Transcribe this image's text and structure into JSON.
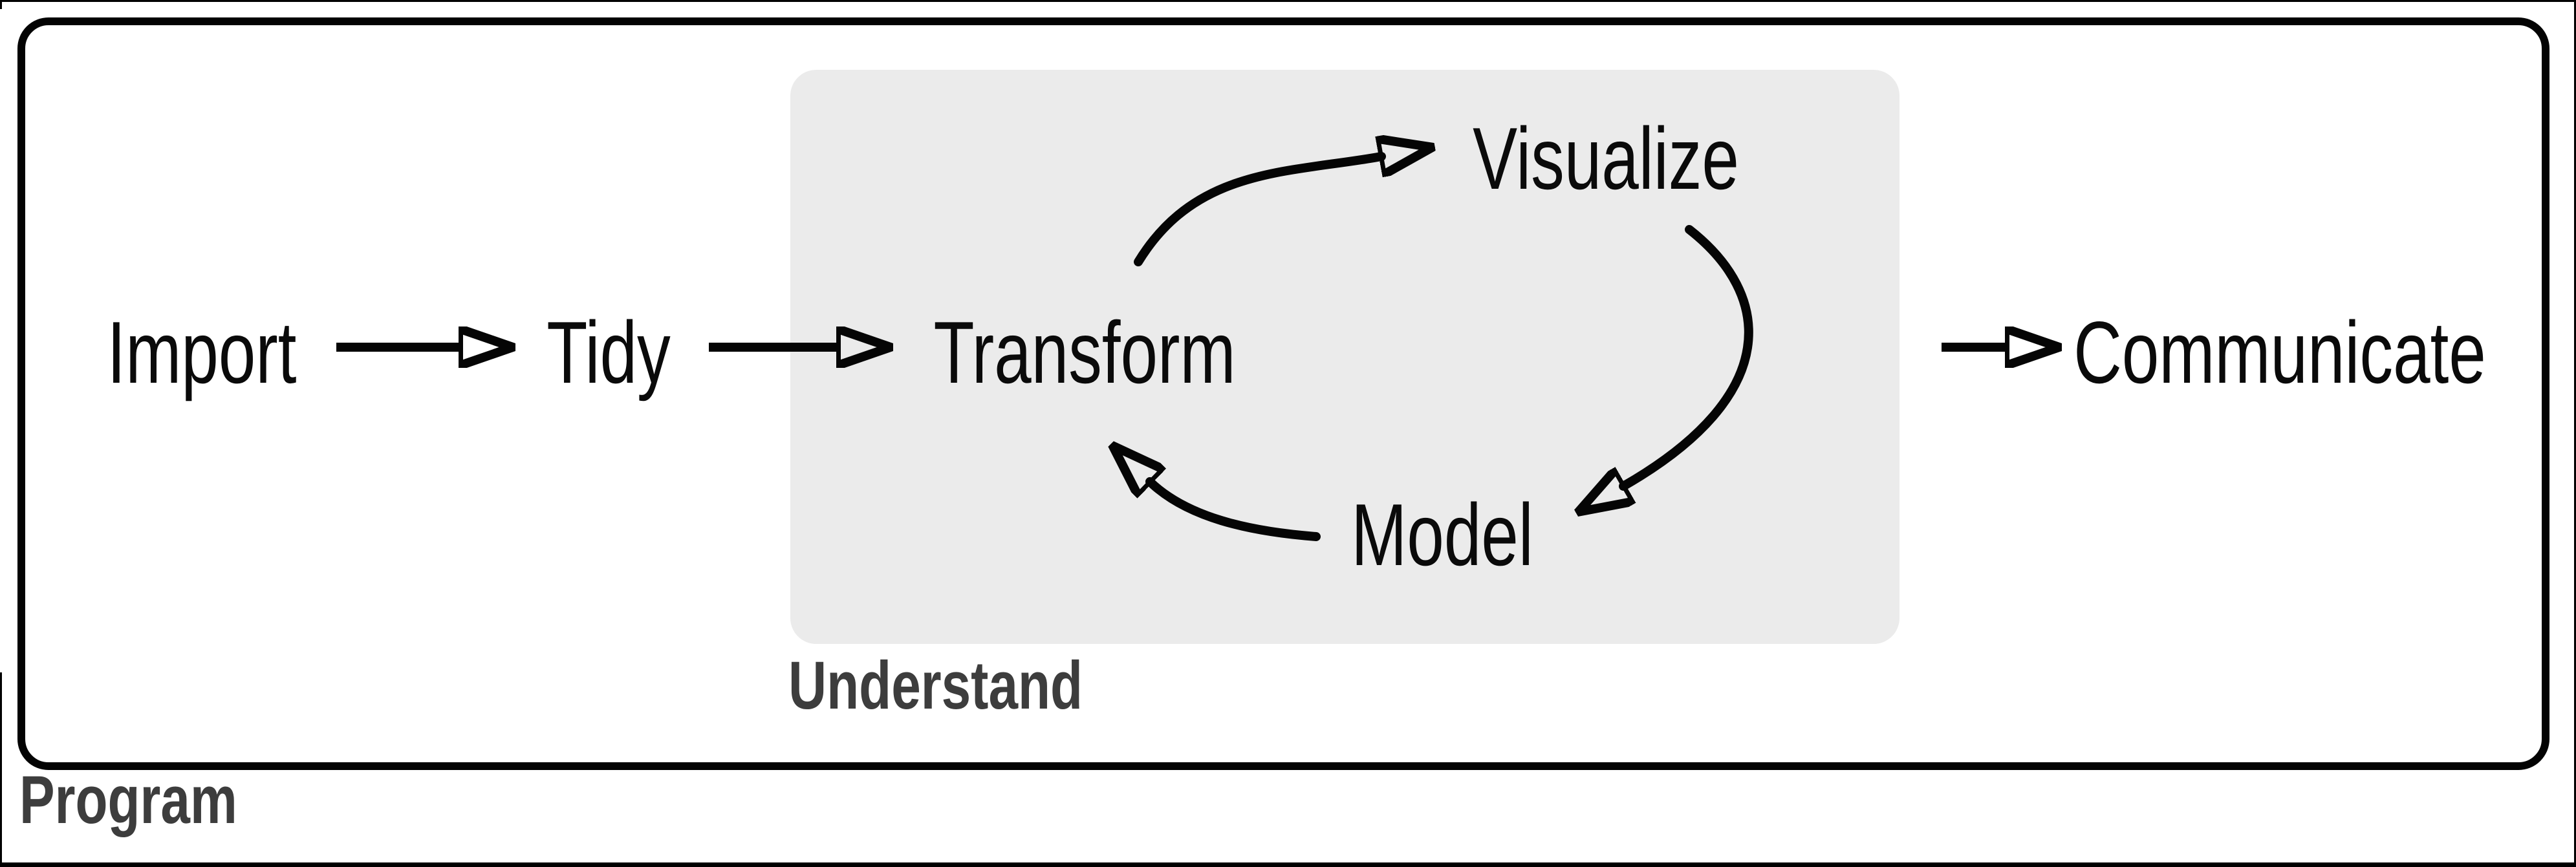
{
  "diagram": {
    "type": "flow-diagram",
    "nodes": [
      {
        "id": "import",
        "label": "Import"
      },
      {
        "id": "tidy",
        "label": "Tidy"
      },
      {
        "id": "transform",
        "label": "Transform"
      },
      {
        "id": "visualize",
        "label": "Visualize"
      },
      {
        "id": "model",
        "label": "Model"
      },
      {
        "id": "communicate",
        "label": "Communicate"
      }
    ],
    "zones": [
      {
        "id": "understand",
        "label": "Understand",
        "contains": [
          "transform",
          "visualize",
          "model"
        ]
      },
      {
        "id": "program",
        "label": "Program",
        "contains": [
          "import",
          "tidy",
          "transform",
          "visualize",
          "model",
          "communicate"
        ]
      }
    ],
    "edges": [
      {
        "from": "import",
        "to": "tidy",
        "style": "straight"
      },
      {
        "from": "tidy",
        "to": "transform",
        "style": "straight"
      },
      {
        "from": "transform",
        "to": "visualize",
        "style": "curved"
      },
      {
        "from": "visualize",
        "to": "model",
        "style": "curved"
      },
      {
        "from": "model",
        "to": "transform",
        "style": "curved"
      },
      {
        "from": "understand",
        "to": "communicate",
        "style": "straight"
      }
    ],
    "colors": {
      "background": "#ffffff",
      "arrow": "#050505",
      "node_text": "#0a0a0a",
      "zone_fill": "#ebebeb",
      "zone_label_text": "#3d3d3d",
      "box_border": "#030303"
    }
  }
}
